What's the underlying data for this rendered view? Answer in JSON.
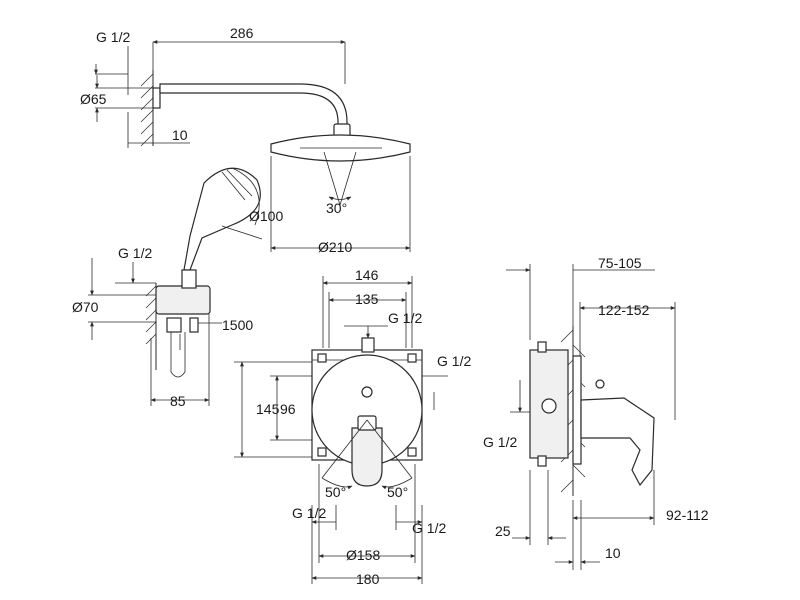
{
  "drawing": {
    "head_shower": {
      "arm_length": "286",
      "wall_thread": "G 1/2",
      "flange_diameter": "Ø65",
      "flange_depth": "10",
      "head_diameter": "Ø210",
      "spray_angle": "30°"
    },
    "hand_shower": {
      "head_diameter": "Ø100",
      "outlet_thread": "G 1/2",
      "elbow_diameter": "Ø70",
      "hose_length": "1500",
      "holder_depth": "85"
    },
    "mixer_front": {
      "box_width": "146",
      "box_inner_width": "135",
      "top_thread": "G 1/2",
      "side_thread": "G 1/2",
      "box_height": "145",
      "center_height": "96",
      "lever_angle_left": "50°",
      "lever_angle_right": "50°",
      "bottom_thread_left": "G 1/2",
      "bottom_thread_right": "G 1/2",
      "rosette_diameter": "Ø158",
      "rosette_width": "180"
    },
    "mixer_side": {
      "install_depth": "75-105",
      "install_range": "122-152",
      "side_thread": "G 1/2",
      "wall_offset": "25",
      "projection": "92-112",
      "rosette_depth": "10"
    }
  }
}
